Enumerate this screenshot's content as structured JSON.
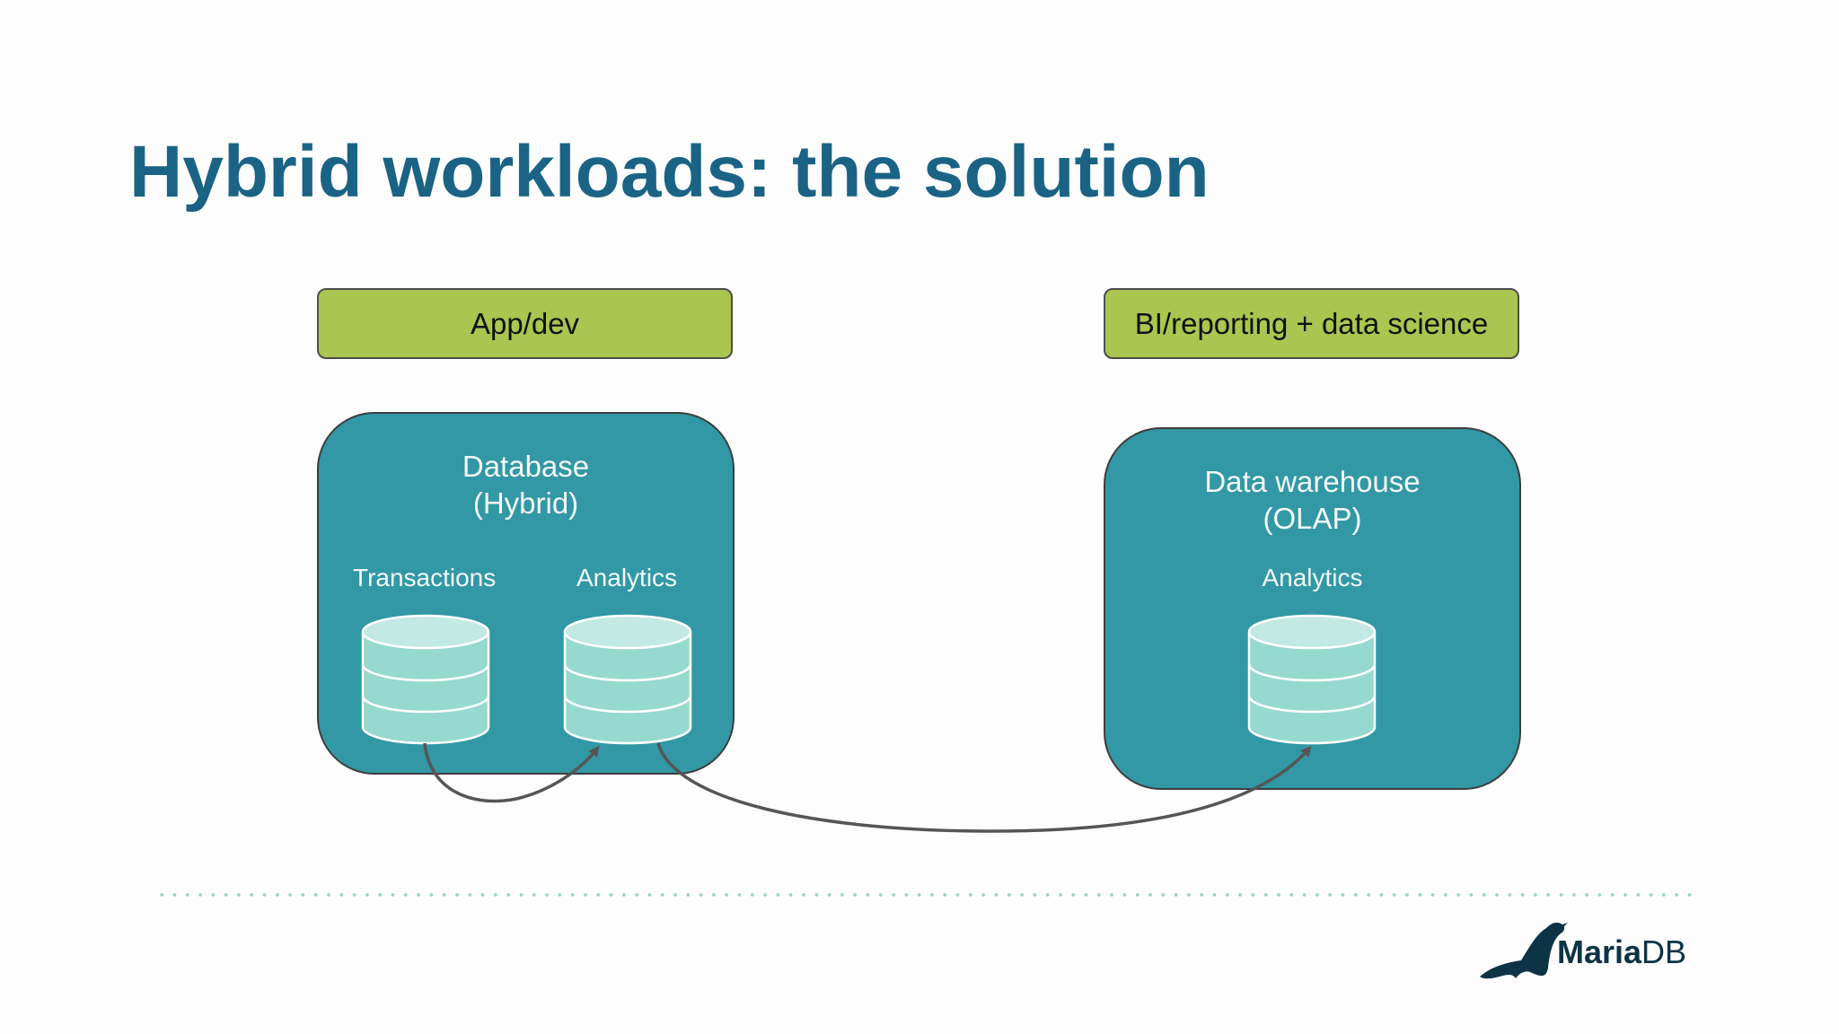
{
  "title": "Hybrid workloads: the solution",
  "labels": {
    "app": "App/dev",
    "bi": "BI/reporting + data science"
  },
  "database_hybrid": {
    "title_line1": "Database",
    "title_line2": "(Hybrid)",
    "sub_left": "Transactions",
    "sub_right": "Analytics"
  },
  "warehouse": {
    "title_line1": "Data warehouse",
    "title_line2": "(OLAP)",
    "sub": "Analytics"
  },
  "logo": {
    "brand_bold": "Maria",
    "brand_light": "DB"
  },
  "colors": {
    "title": "#1a6385",
    "label_box": "#abc551",
    "db_box": "#3298a5",
    "cylinder": "#96d9cf",
    "cylinder_top": "#c2e9e3",
    "arrow": "#555555",
    "dots": "#93d3c9",
    "logo": "#0d3346"
  },
  "icons": [
    "database-icon",
    "arrow-icon",
    "seal-logo-icon"
  ]
}
